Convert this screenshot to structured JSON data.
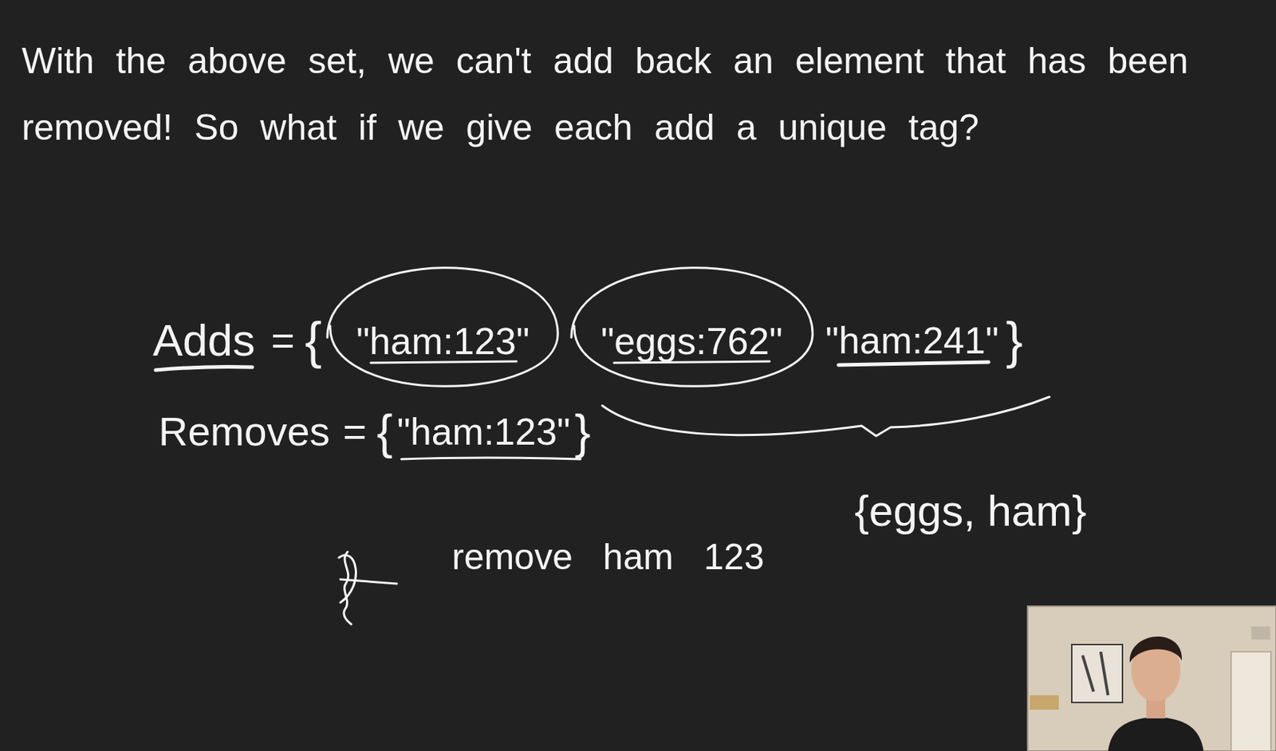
{
  "diagram": {
    "title": "With the above set, we can't add back an element that has been removed! So what if we give each add a unique tag?",
    "nodes": [
      {
        "text": [
          "\"ham:123\""
        ]
      },
      {
        "text": [
          "\"eggs:762\""
        ]
      }
    ],
    "labels": [
      "Adds",
      "=",
      "{",
      "\"ham:241\"",
      "}",
      "Removes",
      "=",
      "{",
      "\"ham:123\"",
      "}",
      "{eggs, ham}",
      "remove ham 123"
    ]
  }
}
